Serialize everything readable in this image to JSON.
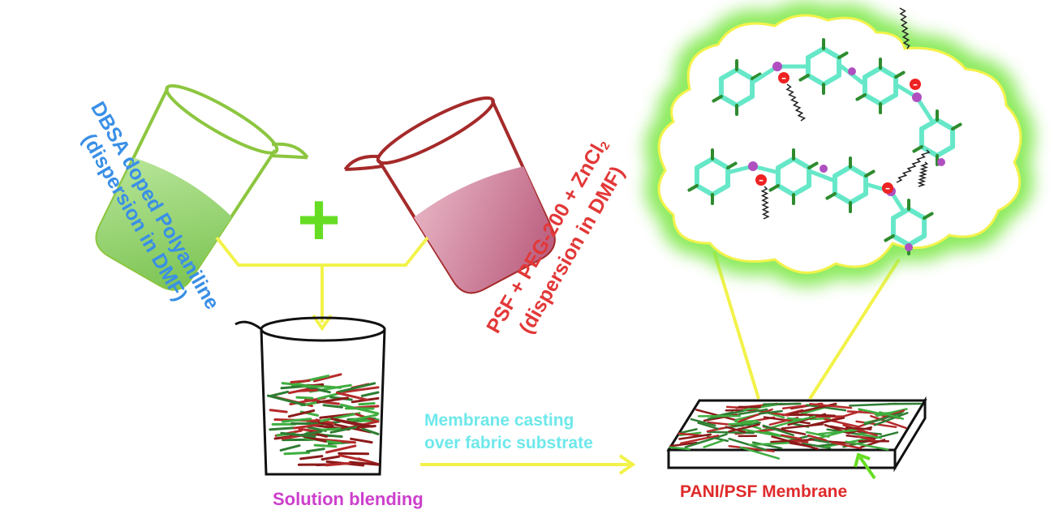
{
  "labels": {
    "dbsa_line1": "DBSA doped Polyaniline",
    "dbsa_line2": "(dispersion in DMF)",
    "psf_line1_a": "PSF + PEG-200 + ZnCl",
    "psf_line1_sub": "2",
    "psf_line2": "(dispersion in DMF)",
    "casting_line1": "Membrane casting",
    "casting_line2": "over fabric substrate",
    "solution_blending": "Solution blending",
    "membrane": "PANI/PSF Membrane",
    "plus": "+",
    "charge": "⊖"
  },
  "colors": {
    "green_beaker": "#8cc63f",
    "green_liquid": "#8fd06a",
    "red_beaker": "#a52a2a",
    "red_liquid": "#c56a8a",
    "yellow": "#f2f24a",
    "plus": "#66dd22",
    "dbsa_text": "#3a8fe6",
    "psf_text": "#e23838",
    "casting_text": "#6ee8ea",
    "blend_text": "#cc3fcc",
    "membrane_text": "#e02a2a",
    "carbon": "#66e8c8",
    "nitrogen": "#b050c0",
    "hydrogen": "#2e8b2e",
    "glow": "#7ee84a"
  }
}
